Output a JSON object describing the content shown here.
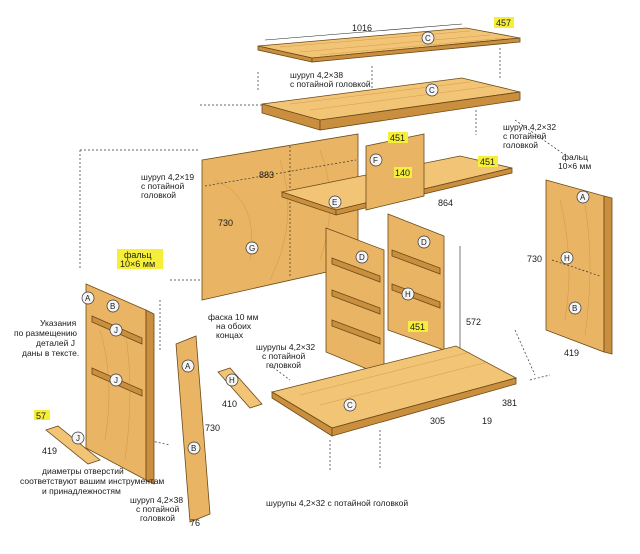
{
  "labels": {
    "dims": {
      "top_width": "1016",
      "top_depth": "457",
      "side_height": "730",
      "back_width": "883",
      "shelf_length": "864",
      "shelf_depth": "451",
      "f_width": "451",
      "f_height": "140",
      "partition_height": "572",
      "partition_depth": "451",
      "right_side_height": "730",
      "right_side_depth": "419",
      "bottom_depth": "381",
      "bottom_dim_305": "305",
      "bottom_dim_19": "19",
      "h_length": "410",
      "rail_height": "730",
      "rail_width": "76",
      "j_length": "419",
      "j_width": "57"
    },
    "notes": {
      "screw_top": "шуруп 4,2×38\nс потайной головкой",
      "screw_top_right": "шуруп 4,2×32\nс потайной\nголовкой",
      "screw_back": "шуруп 4,2×19\nс потайной\nголовкой",
      "rabbet_right": "фальц\n10×6 мм",
      "rabbet_left": "фальц\n10×6 мм",
      "placement_note": "Указания\nпо размещению\nдеталей J\nданы в тексте.",
      "chamfer": "фаска 10 мм\nна обоих\nконцах",
      "screws_mid": "шурупы 4,2×32\nс потайной\nголовкой",
      "holes_note": "диаметры отверстий\nсоответствуют вашим инструментам\nи принадлежностям",
      "screw_bottom_left": "шуруп 4,2×38\nс потайной\nголовкой",
      "screws_bottom": "шурупы 4,2×32 с потайной головкой"
    },
    "parts": {
      "A": "A",
      "B": "B",
      "C": "C",
      "D": "D",
      "E": "E",
      "F": "F",
      "G": "G",
      "H": "H",
      "J": "J"
    }
  },
  "colors": {
    "wood": "#e9b464",
    "wood_edge": "#6b4a18",
    "highlight": "#f6ef3a"
  }
}
